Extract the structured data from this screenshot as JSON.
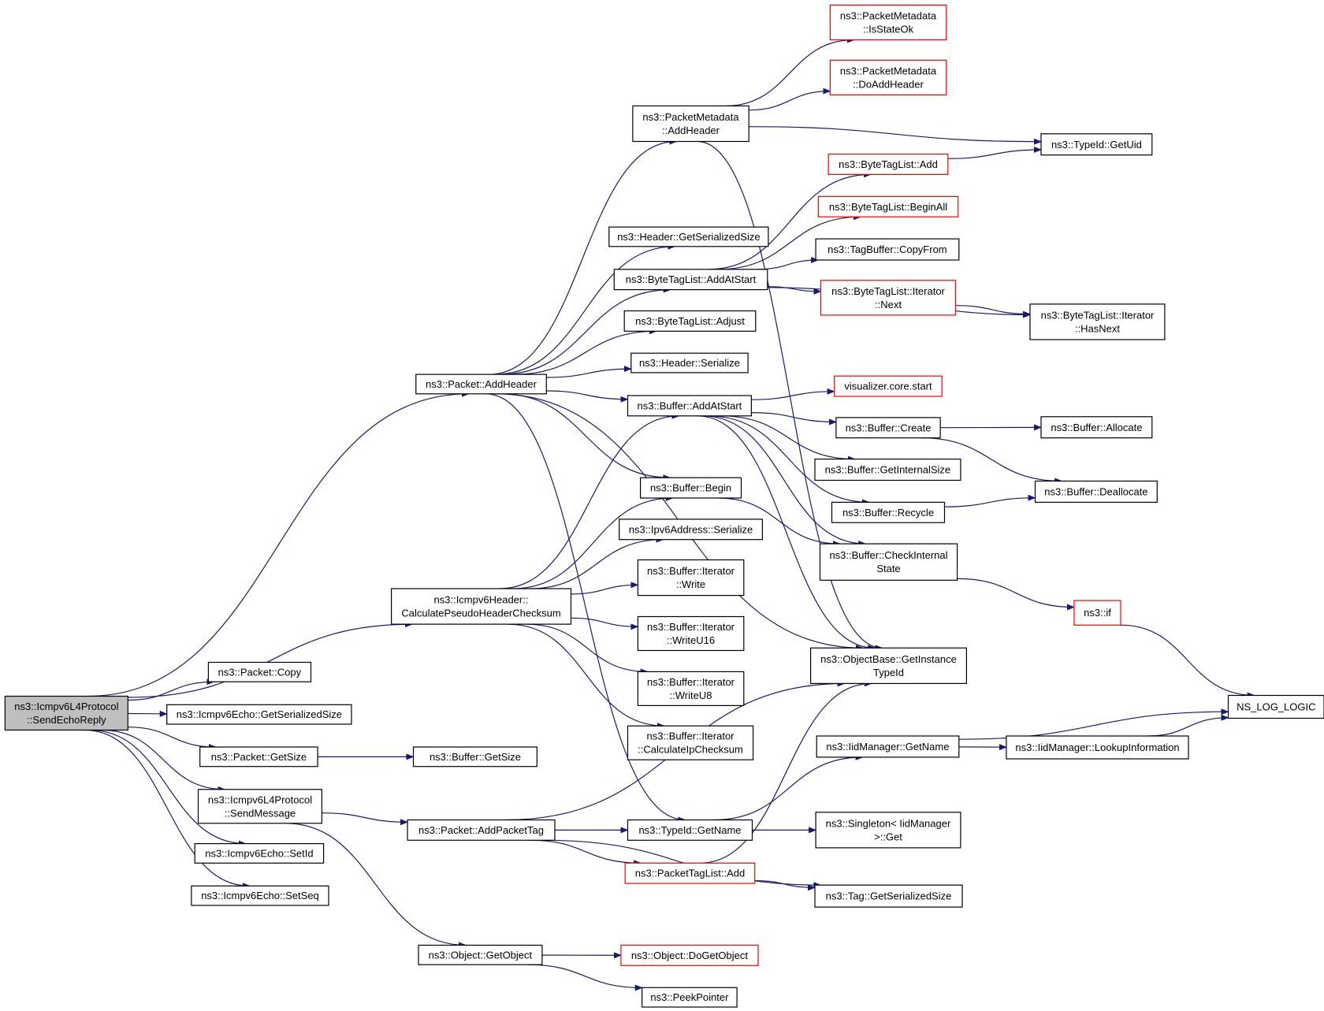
{
  "colors": {
    "edge": "#191970",
    "border_normal": "#000000",
    "border_truncated": "#ff0000",
    "fill_root": "#bfbfbf",
    "fill_node": "#ffffff"
  },
  "nodes": [
    {
      "id": "root",
      "lines": [
        "ns3::Icmpv6L4Protocol",
        "::SendEchoReply"
      ],
      "style": "root"
    },
    {
      "id": "pkt_addheader",
      "lines": [
        "ns3::Packet::AddHeader"
      ],
      "style": "normal"
    },
    {
      "id": "pseudo",
      "lines": [
        "ns3::Icmpv6Header::",
        "CalculatePseudoHeaderChecksum"
      ],
      "style": "normal"
    },
    {
      "id": "pkt_copy",
      "lines": [
        "ns3::Packet::Copy"
      ],
      "style": "normal"
    },
    {
      "id": "echo_gss",
      "lines": [
        "ns3::Icmpv6Echo::GetSerializedSize"
      ],
      "style": "normal"
    },
    {
      "id": "pkt_getsize",
      "lines": [
        "ns3::Packet::GetSize"
      ],
      "style": "normal"
    },
    {
      "id": "sendmsg",
      "lines": [
        "ns3::Icmpv6L4Protocol",
        "::SendMessage"
      ],
      "style": "normal"
    },
    {
      "id": "setid",
      "lines": [
        "ns3::Icmpv6Echo::SetId"
      ],
      "style": "normal"
    },
    {
      "id": "setseq",
      "lines": [
        "ns3::Icmpv6Echo::SetSeq"
      ],
      "style": "normal"
    },
    {
      "id": "buf_getsize",
      "lines": [
        "ns3::Buffer::GetSize"
      ],
      "style": "normal"
    },
    {
      "id": "addpackettag",
      "lines": [
        "ns3::Packet::AddPacketTag"
      ],
      "style": "normal"
    },
    {
      "id": "getobject",
      "lines": [
        "ns3::Object::GetObject"
      ],
      "style": "normal"
    },
    {
      "id": "pm_addheader",
      "lines": [
        "ns3::PacketMetadata",
        "::AddHeader"
      ],
      "style": "normal"
    },
    {
      "id": "hdr_gss",
      "lines": [
        "ns3::Header::GetSerializedSize"
      ],
      "style": "normal"
    },
    {
      "id": "btl_addatstart",
      "lines": [
        "ns3::ByteTagList::AddAtStart"
      ],
      "style": "normal"
    },
    {
      "id": "btl_adjust",
      "lines": [
        "ns3::ByteTagList::Adjust"
      ],
      "style": "normal"
    },
    {
      "id": "hdr_serialize",
      "lines": [
        "ns3::Header::Serialize"
      ],
      "style": "normal"
    },
    {
      "id": "buf_addatstart",
      "lines": [
        "ns3::Buffer::AddAtStart"
      ],
      "style": "normal"
    },
    {
      "id": "buf_begin",
      "lines": [
        "ns3::Buffer::Begin"
      ],
      "style": "normal"
    },
    {
      "id": "ipv6_serialize",
      "lines": [
        "ns3::Ipv6Address::Serialize"
      ],
      "style": "normal"
    },
    {
      "id": "it_write",
      "lines": [
        "ns3::Buffer::Iterator",
        "::Write"
      ],
      "style": "normal"
    },
    {
      "id": "it_writeu16",
      "lines": [
        "ns3::Buffer::Iterator",
        "::WriteU16"
      ],
      "style": "normal"
    },
    {
      "id": "it_writeu8",
      "lines": [
        "ns3::Buffer::Iterator",
        "::WriteU8"
      ],
      "style": "normal"
    },
    {
      "id": "it_ipchecksum",
      "lines": [
        "ns3::Buffer::Iterator",
        "::CalculateIpChecksum"
      ],
      "style": "normal"
    },
    {
      "id": "typeid_getname",
      "lines": [
        "ns3::TypeId::GetName"
      ],
      "style": "normal"
    },
    {
      "id": "ptl_add",
      "lines": [
        "ns3::PacketTagList::Add"
      ],
      "style": "truncated"
    },
    {
      "id": "obj_dogetobject",
      "lines": [
        "ns3::Object::DoGetObject"
      ],
      "style": "truncated"
    },
    {
      "id": "peekpointer",
      "lines": [
        "ns3::PeekPointer"
      ],
      "style": "normal"
    },
    {
      "id": "pm_isstateok",
      "lines": [
        "ns3::PacketMetadata",
        "::IsStateOk"
      ],
      "style": "truncated"
    },
    {
      "id": "pm_doaddheader",
      "lines": [
        "ns3::PacketMetadata",
        "::DoAddHeader"
      ],
      "style": "truncated"
    },
    {
      "id": "btl_add",
      "lines": [
        "ns3::ByteTagList::Add"
      ],
      "style": "truncated"
    },
    {
      "id": "btl_beginall",
      "lines": [
        "ns3::ByteTagList::BeginAll"
      ],
      "style": "truncated"
    },
    {
      "id": "tagbuf_copyfrom",
      "lines": [
        "ns3::TagBuffer::CopyFrom"
      ],
      "style": "normal"
    },
    {
      "id": "btl_it_next",
      "lines": [
        "ns3::ByteTagList::Iterator",
        "::Next"
      ],
      "style": "truncated"
    },
    {
      "id": "viz_start",
      "lines": [
        "visualizer.core.start"
      ],
      "style": "truncated"
    },
    {
      "id": "buf_create",
      "lines": [
        "ns3::Buffer::Create"
      ],
      "style": "normal"
    },
    {
      "id": "buf_getinternalsize",
      "lines": [
        "ns3::Buffer::GetInternalSize"
      ],
      "style": "normal"
    },
    {
      "id": "buf_recycle",
      "lines": [
        "ns3::Buffer::Recycle"
      ],
      "style": "normal"
    },
    {
      "id": "buf_checkinternal",
      "lines": [
        "ns3::Buffer::CheckInternal",
        "State"
      ],
      "style": "normal"
    },
    {
      "id": "ob_getinstancetypeid",
      "lines": [
        "ns3::ObjectBase::GetInstance",
        "TypeId"
      ],
      "style": "normal"
    },
    {
      "id": "iid_getname",
      "lines": [
        "ns3::IidManager::GetName"
      ],
      "style": "normal"
    },
    {
      "id": "singleton_get",
      "lines": [
        "ns3::Singleton< IidManager",
        ">::Get"
      ],
      "style": "normal"
    },
    {
      "id": "tag_gss",
      "lines": [
        "ns3::Tag::GetSerializedSize"
      ],
      "style": "normal"
    },
    {
      "id": "typeid_getuid",
      "lines": [
        "ns3::TypeId::GetUid"
      ],
      "style": "normal"
    },
    {
      "id": "btl_it_hasnext",
      "lines": [
        "ns3::ByteTagList::Iterator",
        "::HasNext"
      ],
      "style": "normal"
    },
    {
      "id": "buf_allocate",
      "lines": [
        "ns3::Buffer::Allocate"
      ],
      "style": "normal"
    },
    {
      "id": "buf_deallocate",
      "lines": [
        "ns3::Buffer::Deallocate"
      ],
      "style": "normal"
    },
    {
      "id": "ns3_if",
      "lines": [
        "ns3::if"
      ],
      "style": "truncated"
    },
    {
      "id": "iid_lookup",
      "lines": [
        "ns3::IidManager::LookupInformation"
      ],
      "style": "normal"
    },
    {
      "id": "ns_log_logic",
      "lines": [
        "NS_LOG_LOGIC"
      ],
      "style": "normal"
    }
  ],
  "edges": [
    [
      "root",
      "pkt_addheader"
    ],
    [
      "root",
      "pseudo"
    ],
    [
      "root",
      "pkt_copy"
    ],
    [
      "root",
      "echo_gss"
    ],
    [
      "root",
      "pkt_getsize"
    ],
    [
      "root",
      "sendmsg"
    ],
    [
      "root",
      "setid"
    ],
    [
      "root",
      "setseq"
    ],
    [
      "pkt_getsize",
      "buf_getsize"
    ],
    [
      "sendmsg",
      "addpackettag"
    ],
    [
      "sendmsg",
      "getobject"
    ],
    [
      "pkt_addheader",
      "pm_addheader"
    ],
    [
      "pkt_addheader",
      "hdr_gss"
    ],
    [
      "pkt_addheader",
      "btl_addatstart"
    ],
    [
      "pkt_addheader",
      "btl_adjust"
    ],
    [
      "pkt_addheader",
      "hdr_serialize"
    ],
    [
      "pkt_addheader",
      "buf_addatstart"
    ],
    [
      "pkt_addheader",
      "buf_begin"
    ],
    [
      "pkt_addheader",
      "ob_getinstancetypeid"
    ],
    [
      "pkt_addheader",
      "typeid_getname"
    ],
    [
      "pseudo",
      "buf_addatstart"
    ],
    [
      "pseudo",
      "buf_begin"
    ],
    [
      "pseudo",
      "ipv6_serialize"
    ],
    [
      "pseudo",
      "it_write"
    ],
    [
      "pseudo",
      "it_writeu16"
    ],
    [
      "pseudo",
      "it_writeu8"
    ],
    [
      "pseudo",
      "it_ipchecksum"
    ],
    [
      "addpackettag",
      "typeid_getname"
    ],
    [
      "addpackettag",
      "ptl_add"
    ],
    [
      "addpackettag",
      "ob_getinstancetypeid"
    ],
    [
      "addpackettag",
      "tag_gss"
    ],
    [
      "getobject",
      "obj_dogetobject"
    ],
    [
      "getobject",
      "peekpointer"
    ],
    [
      "pm_addheader",
      "pm_isstateok"
    ],
    [
      "pm_addheader",
      "pm_doaddheader"
    ],
    [
      "pm_addheader",
      "typeid_getuid"
    ],
    [
      "pm_addheader",
      "ob_getinstancetypeid"
    ],
    [
      "btl_addatstart",
      "btl_add"
    ],
    [
      "btl_addatstart",
      "btl_beginall"
    ],
    [
      "btl_addatstart",
      "tagbuf_copyfrom"
    ],
    [
      "btl_addatstart",
      "btl_it_next"
    ],
    [
      "btl_addatstart",
      "btl_it_hasnext"
    ],
    [
      "buf_addatstart",
      "viz_start"
    ],
    [
      "buf_addatstart",
      "buf_create"
    ],
    [
      "buf_addatstart",
      "buf_getinternalsize"
    ],
    [
      "buf_addatstart",
      "buf_recycle"
    ],
    [
      "buf_addatstart",
      "buf_checkinternal"
    ],
    [
      "buf_addatstart",
      "ob_getinstancetypeid"
    ],
    [
      "buf_begin",
      "buf_checkinternal"
    ],
    [
      "typeid_getname",
      "iid_getname"
    ],
    [
      "typeid_getname",
      "singleton_get"
    ],
    [
      "ptl_add",
      "ob_getinstancetypeid"
    ],
    [
      "ptl_add",
      "tag_gss"
    ],
    [
      "btl_add",
      "typeid_getuid"
    ],
    [
      "btl_it_next",
      "btl_it_hasnext"
    ],
    [
      "buf_create",
      "buf_allocate"
    ],
    [
      "buf_create",
      "buf_deallocate"
    ],
    [
      "buf_recycle",
      "buf_deallocate"
    ],
    [
      "buf_checkinternal",
      "ns3_if"
    ],
    [
      "ns3_if",
      "ns_log_logic"
    ],
    [
      "iid_getname",
      "ns_log_logic"
    ],
    [
      "iid_getname",
      "iid_lookup"
    ],
    [
      "iid_lookup",
      "ns_log_logic"
    ]
  ]
}
